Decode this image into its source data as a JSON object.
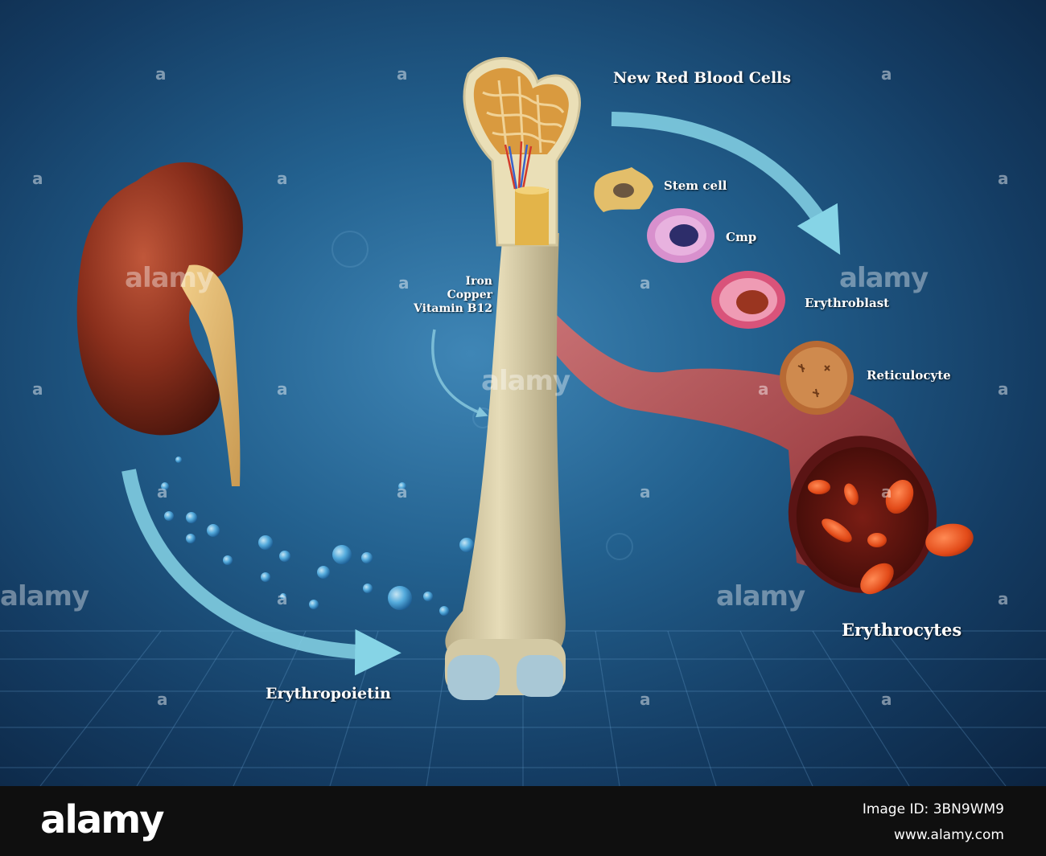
{
  "diagram": {
    "title": "New Red Blood Cells",
    "cells": {
      "stem_cell": "Stem cell",
      "cmp": "Cmp",
      "erythroblast": "Erythroblast",
      "reticulocyte": "Reticulocyte"
    },
    "nutrients": [
      "Iron",
      "Copper",
      "Vitamin B12"
    ],
    "hormone": "Erythropoietin",
    "output": "Erythrocytes"
  },
  "watermark": {
    "brand": "alamy",
    "letter": "a"
  },
  "footer": {
    "logo": "alamy",
    "image_id": "Image ID: 3BN9WM9",
    "site": "www.alamy.com"
  },
  "colors": {
    "arrow": "#86d4e6",
    "kidney": "#8a2f1c",
    "bone": "#d8cfa8",
    "vessel": "#b24a48",
    "erythrocyte": "#e8501c"
  }
}
